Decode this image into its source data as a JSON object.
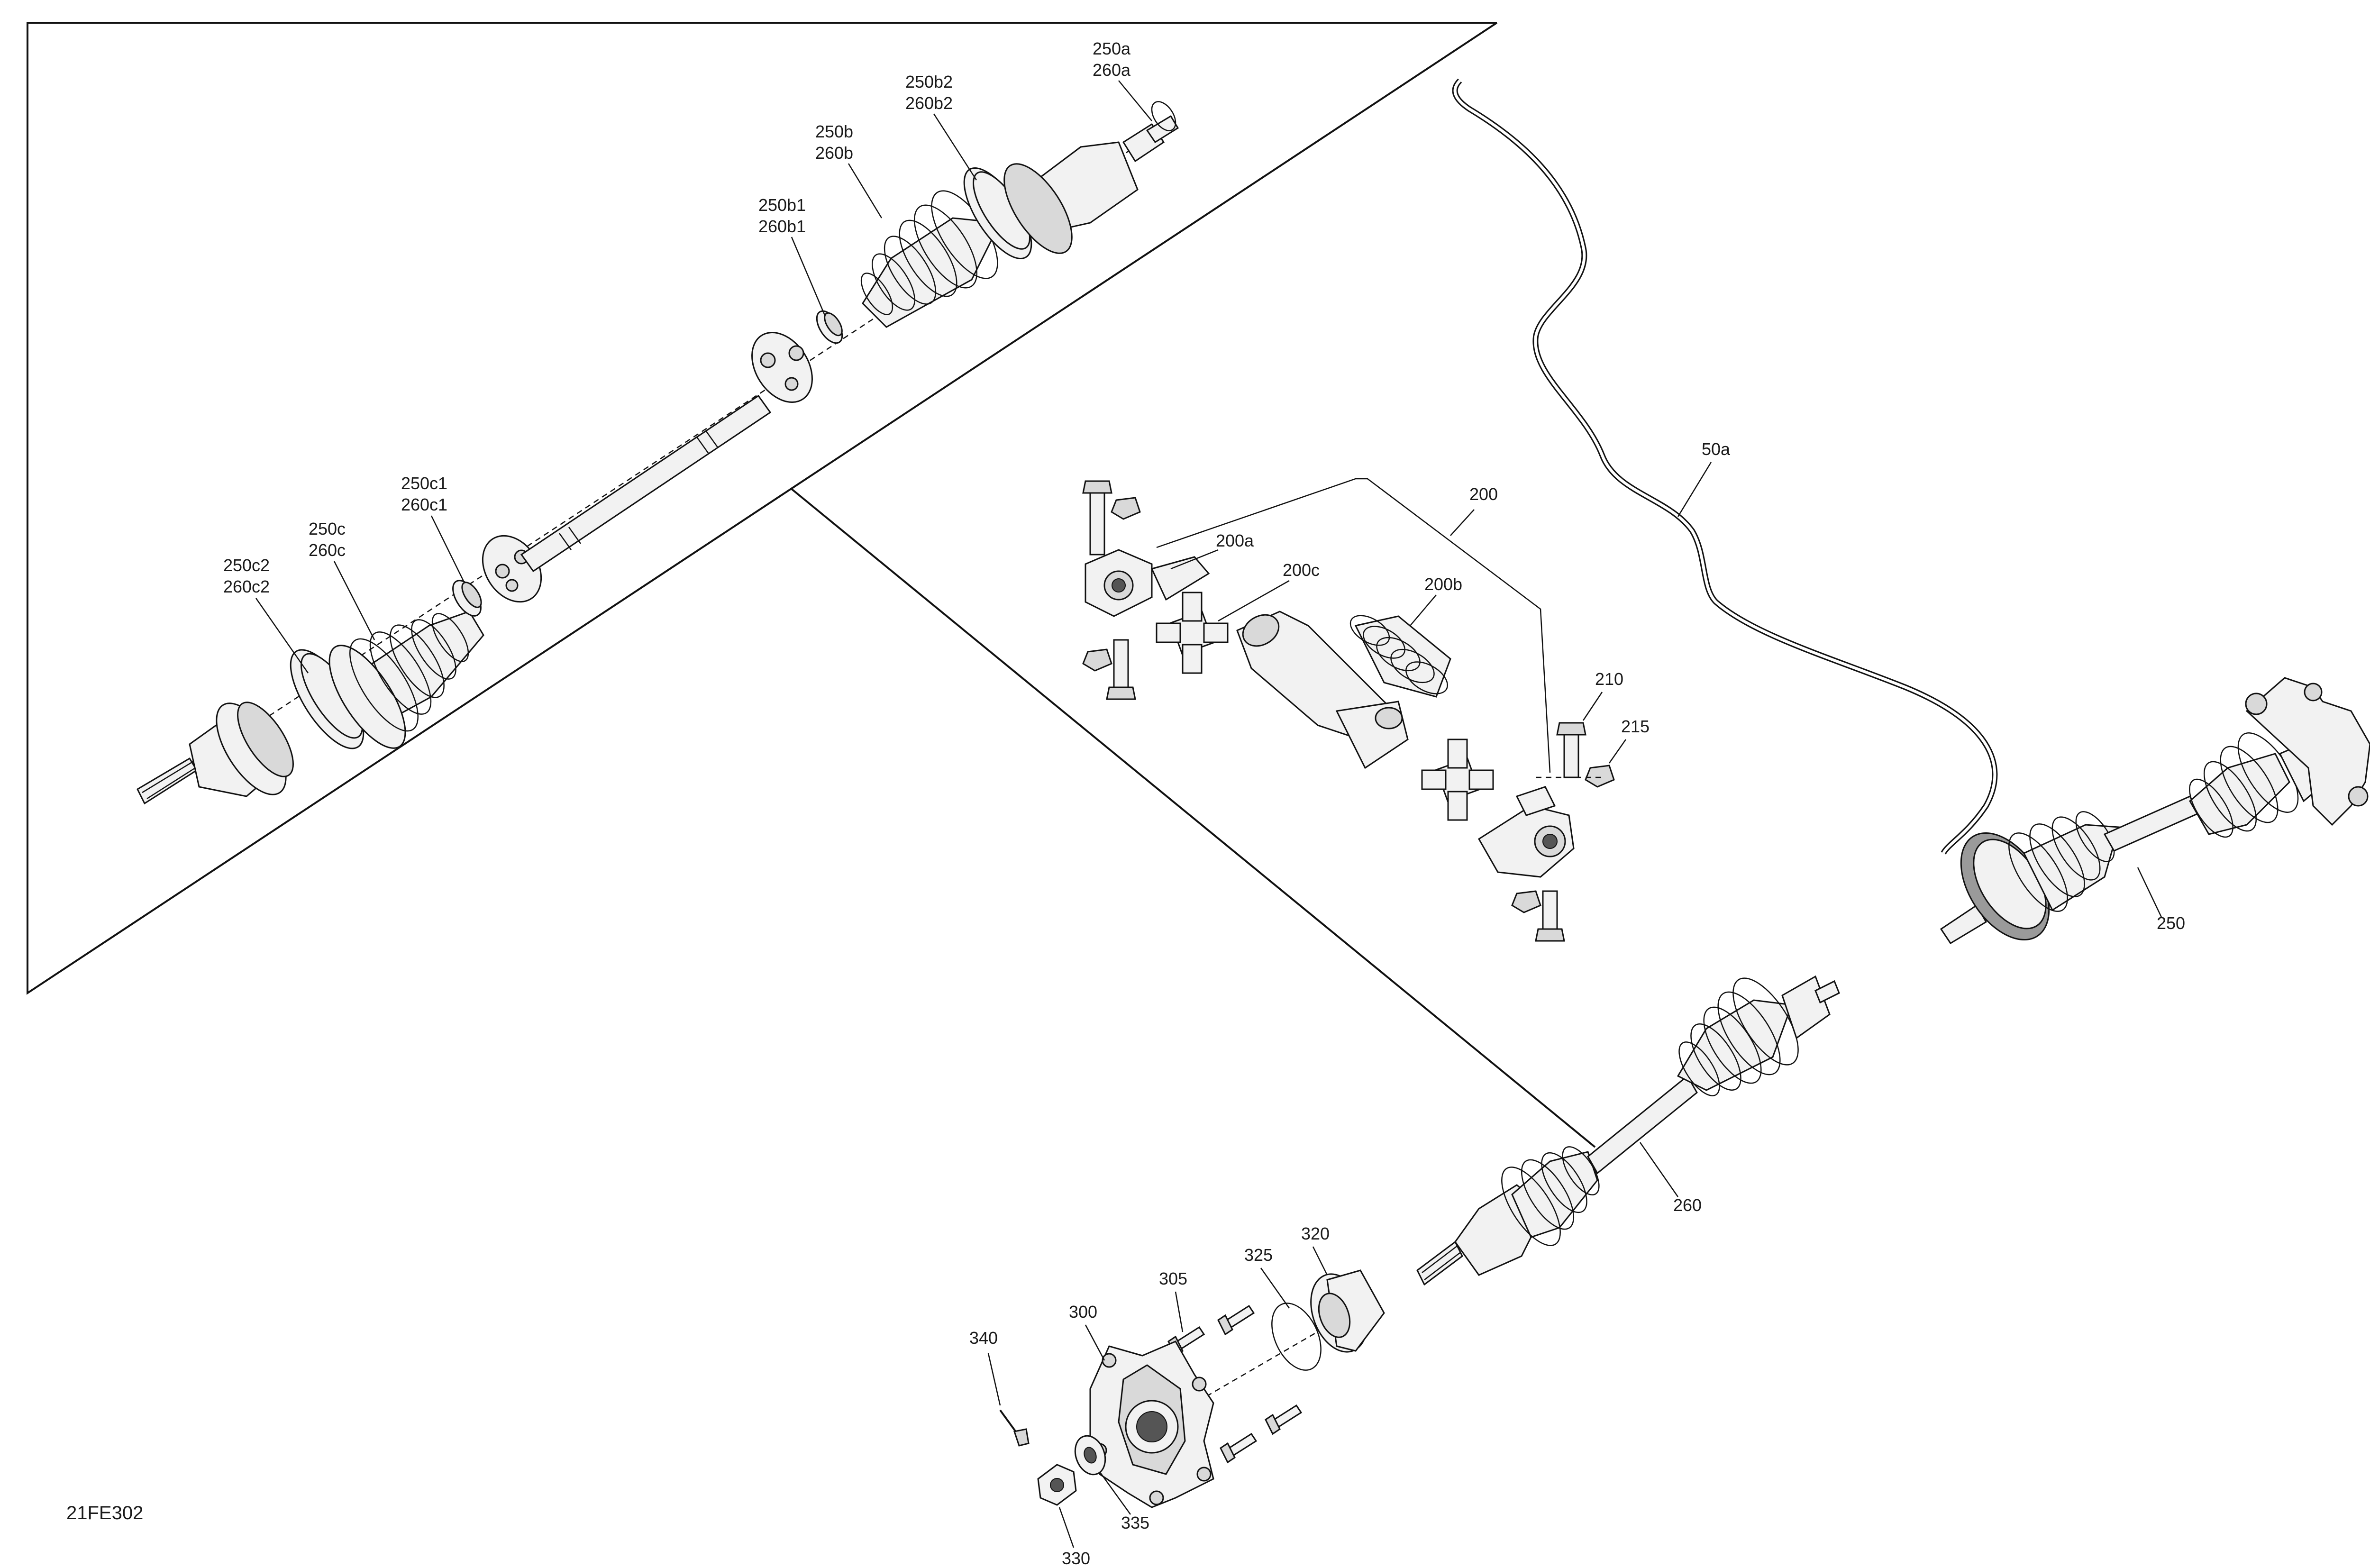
{
  "diagram": {
    "reference_code": "21FE302",
    "callouts": {
      "c250a": [
        "250a",
        "260a"
      ],
      "c250b2": [
        "250b2",
        "260b2"
      ],
      "c250b": [
        "250b",
        "260b"
      ],
      "c250b1": [
        "250b1",
        "260b1"
      ],
      "c250c1": [
        "250c1",
        "260c1"
      ],
      "c250c": [
        "250c",
        "260c"
      ],
      "c250c2": [
        "250c2",
        "260c2"
      ],
      "c50a": "50a",
      "c200": "200",
      "c200a": "200a",
      "c200c": "200c",
      "c200b": "200b",
      "c210": "210",
      "c215": "215",
      "c250": "250",
      "c260": "260",
      "c320": "320",
      "c325": "325",
      "c305": "305",
      "c300": "300",
      "c340": "340",
      "c335": "335",
      "c330": "330"
    }
  }
}
